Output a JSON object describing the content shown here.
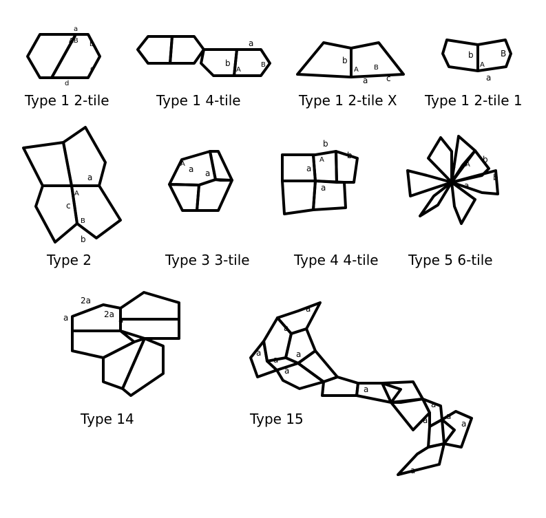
{
  "captions": {
    "type1_2tile": "Type 1 2-tile",
    "type1_4tile": "Type 1 4-tile",
    "type1_2tile_x": "Type 1 2-tile X",
    "type1_2tile_1": "Type 1 2-tile 1",
    "type2": "Type 2",
    "type3_3tile": "Type 3 3-tile",
    "type4_4tile": "Type 4 4-tile",
    "type5_6tile": "Type 5 6-tile",
    "type14": "Type 14",
    "type15": "Type 15"
  },
  "labels": {
    "a": "a",
    "b": "b",
    "c": "c",
    "d": "d",
    "A": "A",
    "B": "B",
    "AB": "AB",
    "two_a": "2a"
  }
}
